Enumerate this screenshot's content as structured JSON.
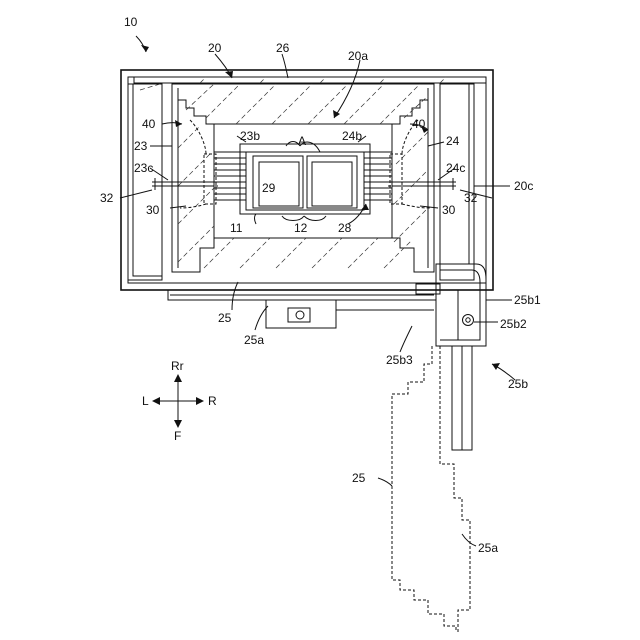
{
  "labels": {
    "fig_ref": "10",
    "outer_cabinet": "20",
    "top_insulation": "26",
    "inner_box": "20a",
    "left_panel_upper": "40",
    "right_panel_upper": "40",
    "left_wall": "23",
    "left_wall_b": "23b",
    "area_a": "A",
    "right_wall_b": "24b",
    "right_wall": "24",
    "left_wall_c": "23c",
    "right_wall_c": "24c",
    "left_rod": "32",
    "right_rod": "32",
    "right_side_c": "20c",
    "left_cover": "30",
    "right_cover": "30",
    "core": "29",
    "base_left": "11",
    "base_center": "12",
    "coil": "28",
    "bottom_plate": "25",
    "bottom_plate_a": "25a",
    "hinge_b1": "25b1",
    "hinge_b2": "25b2",
    "hinge_b3": "25b3",
    "door_b": "25b",
    "door_open": "25",
    "door_open_a": "25a"
  },
  "compass": {
    "up": "Rr",
    "left": "L",
    "right": "R",
    "down": "F"
  }
}
